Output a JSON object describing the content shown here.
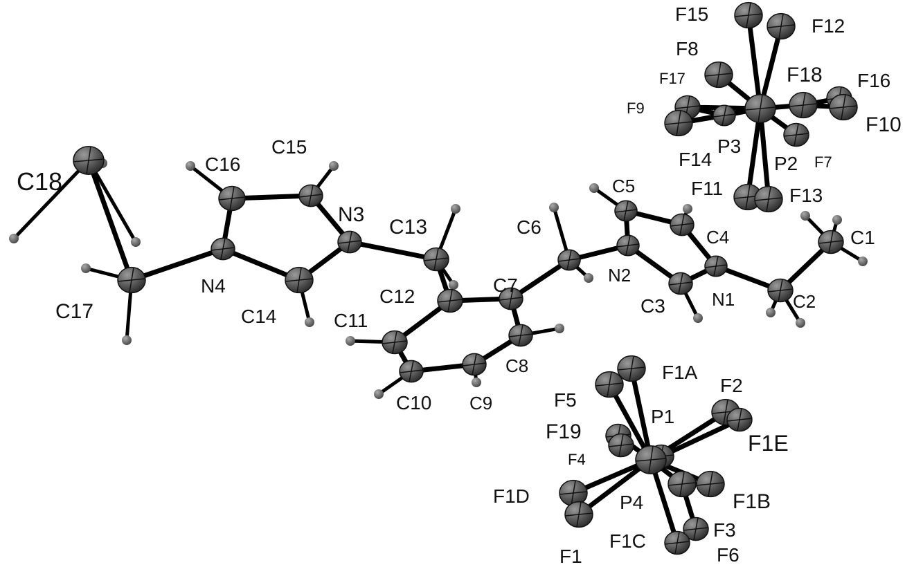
{
  "figure": {
    "type": "ORTEP molecular structure",
    "atom_color": "#5a5a5a",
    "bond_color": "#000000"
  },
  "labels": {
    "C1": "C1",
    "C2": "C2",
    "C3": "C3",
    "C4": "C4",
    "C5": "C5",
    "C6": "C6",
    "C7": "C7",
    "C8": "C8",
    "C9": "C9",
    "C10": "C10",
    "C11": "C11",
    "C12": "C12",
    "C13": "C13",
    "C14": "C14",
    "C15": "C15",
    "C16": "C16",
    "C17": "C17",
    "C18": "C18",
    "N1": "N1",
    "N2": "N2",
    "N3": "N3",
    "N4": "N4",
    "P1": "P1",
    "P2": "P2",
    "P3": "P3",
    "P4": "P4",
    "F1": "F1",
    "F2": "F2",
    "F3": "F3",
    "F4": "F4",
    "F5": "F5",
    "F6": "F6",
    "F7": "F7",
    "F8": "F8",
    "F9": "F9",
    "F10": "F10",
    "F11": "F11",
    "F12": "F12",
    "F13": "F13",
    "F14": "F14",
    "F15": "F15",
    "F16": "F16",
    "F17": "F17",
    "F18": "F18",
    "F19": "F19",
    "F1A": "F1A",
    "F1B": "F1B",
    "F1C": "F1C",
    "F1D": "F1D",
    "F1E": "F1E"
  }
}
